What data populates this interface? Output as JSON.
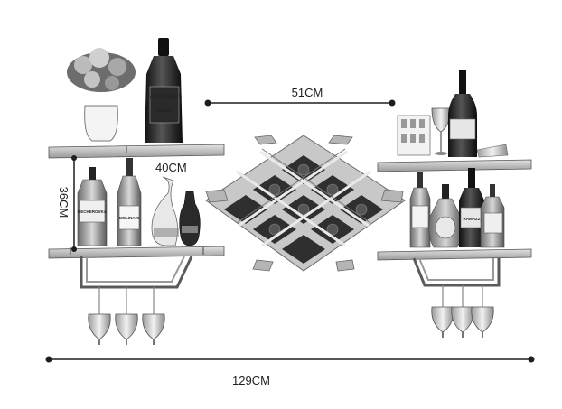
{
  "dimensions": {
    "rack_width": "51CM",
    "shelf_width": "40CM",
    "shelf_height": "36CM",
    "total_width": "129CM"
  },
  "bottle_labels": {
    "jack_daniels": "JACK DANIEL'S",
    "whiskey": "WHISKEY",
    "becherovka": "BECHEROVKA",
    "molinari": "MOLINARI",
    "ramazzotti": "RAMAZZ"
  },
  "colors": {
    "line": "#1e1e1e",
    "shelf": "#cfcfcf",
    "rack": "#bdbdbd",
    "rack_dark": "#4a4a4a"
  },
  "icons": [
    "flower-pot-icon",
    "wine-glass-icon",
    "wine-bottle-icon",
    "vase-icon"
  ]
}
